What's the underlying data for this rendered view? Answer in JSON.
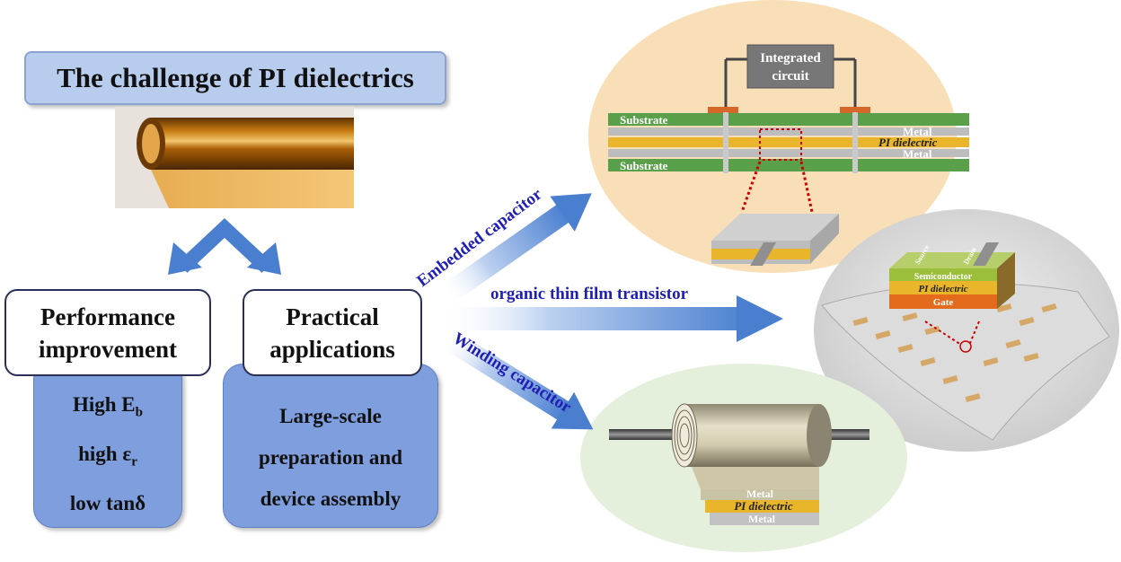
{
  "title": "The challenge of PI dielectrics",
  "performance": {
    "heading_line1": "Performance",
    "heading_line2": "improvement",
    "prop1_base": "High E",
    "prop1_sub": "b",
    "prop2_base": "high ε",
    "prop2_sub": "r",
    "prop3": "low tanδ"
  },
  "practical": {
    "heading_line1": "Practical",
    "heading_line2": "applications",
    "text_line1": "Large-scale",
    "text_line2": "preparation and",
    "text_line3": "device assembly"
  },
  "arrows": {
    "embedded": "Embedded capacitor",
    "transistor": "organic thin film transistor",
    "winding": "Winding capacitor"
  },
  "embedded_diagram": {
    "ic_line1": "Integrated",
    "ic_line2": "circuit",
    "substrate_top": "Substrate",
    "substrate_bottom": "Substrate",
    "metal_top": "Metal",
    "pi_dielectric": "PI dielectric",
    "metal_bottom": "Metal"
  },
  "transistor_diagram": {
    "source": "Source",
    "drain": "Drain",
    "semiconductor": "Semiconductor",
    "pi_dielectric": "PI dielectric",
    "gate": "Gate"
  },
  "winding_diagram": {
    "metal_top": "Metal",
    "pi_dielectric": "PI dielectric",
    "metal_bottom": "Metal"
  },
  "colors": {
    "card_blue": "#7f9ede",
    "title_blue": "#b8cdee",
    "arrow_blue": "#4a7fd0",
    "label_blue": "#1f1fb4",
    "substrate_green": "#5aa04a",
    "pi_yellow": "#e9b52a",
    "gate_orange": "#e46a1c"
  }
}
